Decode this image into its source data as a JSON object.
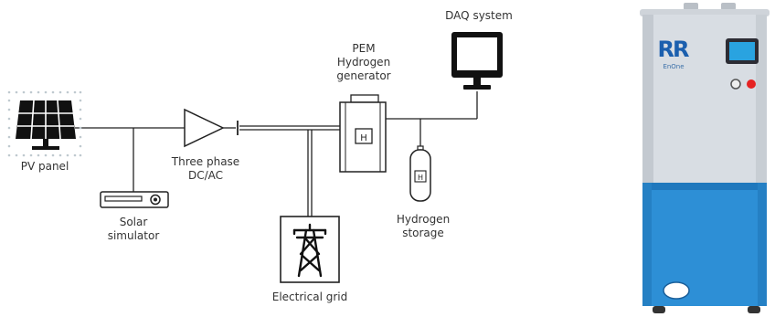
{
  "diagram": {
    "nodes": {
      "pv_panel": {
        "lines": [
          "PV panel"
        ]
      },
      "solar_simulator": {
        "lines": [
          "Solar",
          "simulator"
        ]
      },
      "inverter": {
        "lines": [
          "Three phase",
          "DC/AC"
        ]
      },
      "electrical_grid": {
        "lines": [
          "Electrical grid"
        ]
      },
      "pem_generator": {
        "lines": [
          "PEM",
          "Hydrogen",
          "generator"
        ],
        "badge": "H"
      },
      "hydrogen_storage": {
        "lines": [
          "Hydrogen",
          "storage"
        ],
        "badge": "H"
      },
      "daq_system": {
        "lines": [
          "DAQ system"
        ]
      }
    }
  },
  "photo": {
    "logo_text": "RR",
    "logo_subtext": "EnOne"
  },
  "colors": {
    "line": "#222222",
    "machine_top": "#d8dde3",
    "machine_bottom": "#2d8fd6",
    "screen": "#29a3e0",
    "indicator_red": "#e52222"
  }
}
